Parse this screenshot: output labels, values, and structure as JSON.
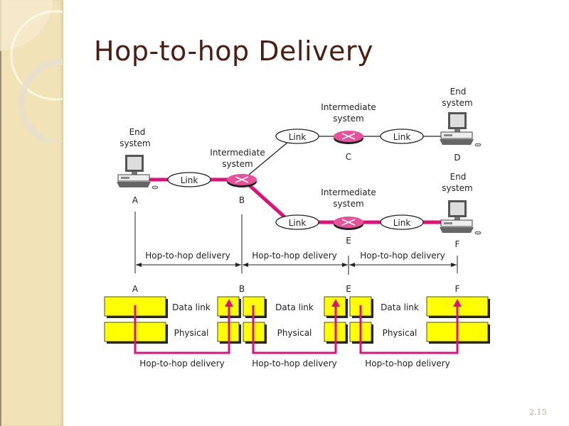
{
  "slide": {
    "title": "Hop-to-hop Delivery",
    "page_number": "2.15"
  },
  "colors": {
    "title": "#4b1e14",
    "link_line": "#e0107a",
    "router_fill": "#e8509a",
    "layer_fill": "#ffff00",
    "sidebar": "#f2e2b8"
  },
  "network": {
    "end_system_label_line1": "End",
    "end_system_label_line2": "system",
    "intermediate_label_line1": "Intermediate",
    "intermediate_label_line2": "system",
    "link_label": "Link",
    "nodes": {
      "A": "A",
      "B": "B",
      "C": "C",
      "D": "D",
      "E": "E",
      "F": "F"
    }
  },
  "hops": {
    "label": "Hop-to-hop delivery",
    "markers": [
      "A",
      "B",
      "E",
      "F"
    ]
  },
  "layers": {
    "data_link": "Data link",
    "physical": "Physical",
    "delivery_label": "Hop-to-hop delivery",
    "station_labels": [
      "A",
      "B",
      "E",
      "F"
    ]
  }
}
